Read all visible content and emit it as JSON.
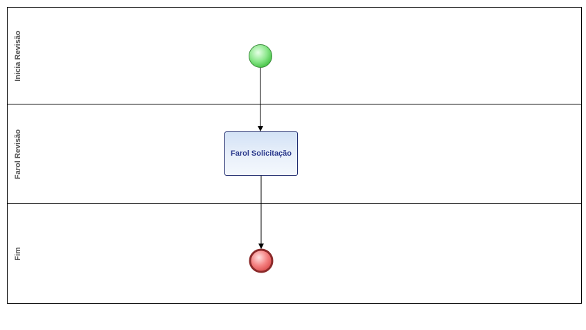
{
  "lanes": [
    {
      "label": "Inicia Revisão"
    },
    {
      "label": "Farol Revisão"
    },
    {
      "label": "Fim"
    }
  ],
  "nodes": {
    "start_event": {
      "type": "start-event",
      "color": "#7be07b"
    },
    "task": {
      "label": "Farol Solicitação",
      "color": "#d3e2f6"
    },
    "end_event": {
      "type": "end-event",
      "color": "#f06a6a"
    }
  },
  "colors": {
    "lane_border": "#000000",
    "lane_label": "#555555",
    "task_border": "#1d2a6e",
    "task_text": "#2c3a8c",
    "start_border": "#3c8a3c",
    "end_border": "#8b2a2a"
  }
}
